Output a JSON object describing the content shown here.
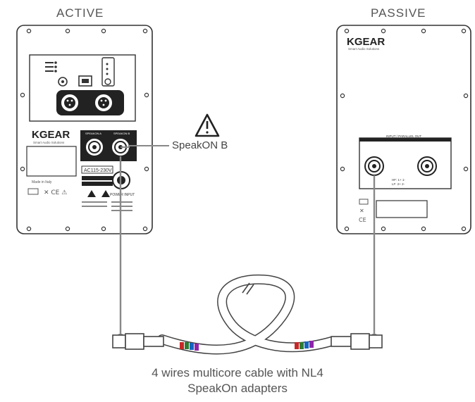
{
  "titles": {
    "active": "ACTIVE",
    "passive": "PASSIVE"
  },
  "active_panel": {
    "brand": "KGEAR",
    "brand_tagline": "Smart Audio Solutions",
    "made_in": "Made in Italy",
    "speakon_label_a": "SPEAKON A",
    "speakon_label_b": "SPEAKON B",
    "voltage_label": "AC115-230V",
    "power_label": "POWER INPUT"
  },
  "passive_panel": {
    "brand": "KGEAR",
    "brand_tagline": "Smart Audio Solutions",
    "input_label": "INPUT / PARALLEL OUT",
    "pin_label_1": "HF: 1+ 1-",
    "pin_label_2": "LF: 2+ 2-"
  },
  "callout": {
    "warning_icon": "warning-triangle-icon",
    "text": "SpeakON B"
  },
  "caption": {
    "line1": "4 wires multicore cable with NL4",
    "line2": "SpeakOn adapters"
  },
  "colors": {
    "line": "#333333",
    "cable": "#888888",
    "wire_red": "#c62828",
    "wire_green": "#2e7d32",
    "wire_blue": "#1565c0",
    "wire_violet": "#8e24aa"
  }
}
